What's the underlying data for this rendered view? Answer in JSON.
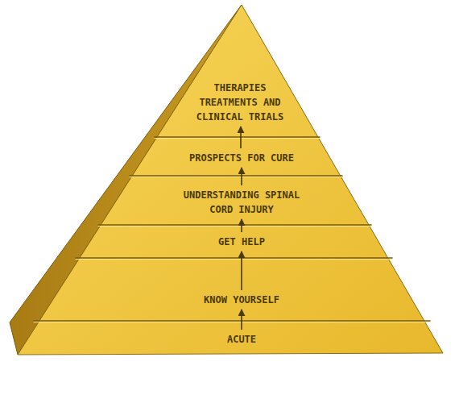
{
  "diagram": {
    "nodes": [
      {
        "text": [
          "THERAPIES TREATMENTS AND CLINICAL TRIALS"
        ]
      },
      {
        "text": [
          "PROSPECTS FOR CURE"
        ]
      },
      {
        "text": [
          "UNDERSTANDING SPINAL CORD INJURY"
        ]
      },
      {
        "text": [
          "GET HELP"
        ]
      },
      {
        "text": [
          "KNOW YOURSELF"
        ]
      },
      {
        "text": [
          "ACUTE"
        ]
      }
    ],
    "edges": [
      {
        "from": 5,
        "to": 4,
        "arrow": "to"
      },
      {
        "from": 4,
        "to": 3,
        "arrow": "to"
      },
      {
        "from": 3,
        "to": 2,
        "arrow": "to"
      },
      {
        "from": 2,
        "to": 1,
        "arrow": "to"
      },
      {
        "from": 1,
        "to": 0,
        "arrow": "to"
      }
    ]
  }
}
